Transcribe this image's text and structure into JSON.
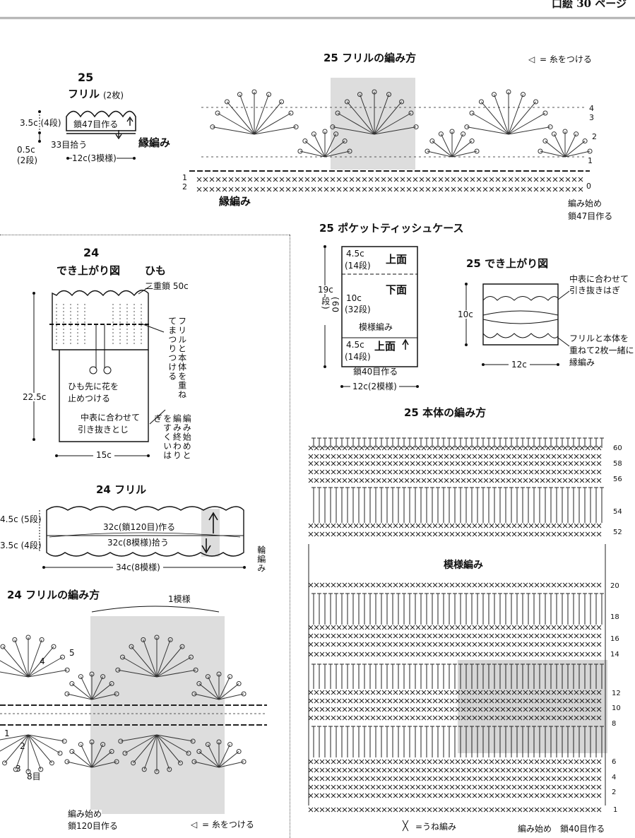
{
  "header": {
    "page_ref": "口絵 30 ページ"
  },
  "frill25_small": {
    "num": "25",
    "title": "フリル",
    "count": "(2枚)",
    "h1": "3.5c (4段)",
    "h2_a": "0.5c",
    "h2_b": "(2段)",
    "chain": "鎖47目作る",
    "pickup": "33目拾う",
    "edge": "縁編み",
    "width": "12c(3模様)"
  },
  "frill25_chart": {
    "title": "25 フリルの編み方",
    "legend": "= 糸をつける",
    "edge": "縁編み",
    "start_a": "編み始め",
    "start_b": "鎖47目作る",
    "rows": [
      "4",
      "3",
      "2",
      "1",
      "1",
      "2",
      "0"
    ]
  },
  "finish24": {
    "num": "24",
    "title": "でき上がり図",
    "cord": "ひも",
    "cord_desc": "二重鎖 50c",
    "height": "22.5c",
    "width": "15c",
    "note_right": "フリルと本体を重ねてまつりつける",
    "flower": "ひも先に花を止めつける",
    "slip": "中表に合わせて引き抜きとじ",
    "side": "編み始めと編み終わりをすくいはぎ"
  },
  "frill24": {
    "title": "24 フリル",
    "h1": "4.5c (5段)",
    "h2": "3.5c (4段)",
    "line1": "32c(鎖120目)作る",
    "line2": "32c(8模様)拾う",
    "width": "34c(8模様)",
    "ring": "輪編み"
  },
  "frill24_chart": {
    "title": "24 フリルの編み方",
    "repeat": "1模様",
    "start_a": "編み始め",
    "start_b": "鎖120目作る",
    "legend": "= 糸をつける",
    "rows": [
      "5",
      "4",
      "3",
      "2",
      "1",
      "3",
      "8目"
    ]
  },
  "tissue25": {
    "title": "25 ポケットティッシュケース",
    "top_h": "4.5c",
    "top_r": "(14段)",
    "top_label": "上面",
    "mid_h": "10c",
    "mid_r": "(32段)",
    "mid_label": "下面",
    "pattern": "模様編み",
    "bot_h": "4.5c",
    "bot_r": "(14段)",
    "bot_label": "上面",
    "height": "19c",
    "height_r": "60段",
    "chain": "鎖40目作る",
    "width": "12c(2模様)"
  },
  "finish25": {
    "title": "25 でき上がり図",
    "height": "10c",
    "width": "12c",
    "note1": "中表に合わせて引き抜きはぎ",
    "note2": "フリルと本体を重ねて2枚一緒に縁編み"
  },
  "body25": {
    "title": "25 本体の編み方",
    "pattern": "模様編み",
    "rows_top": [
      "60",
      "58",
      "56",
      "54",
      "52"
    ],
    "rows_bottom": [
      "20",
      "18",
      "16",
      "14",
      "12",
      "10",
      "8",
      "6",
      "4",
      "2",
      "1"
    ],
    "legend": "=うね編み",
    "start": "編み始め　鎖40目作る"
  }
}
